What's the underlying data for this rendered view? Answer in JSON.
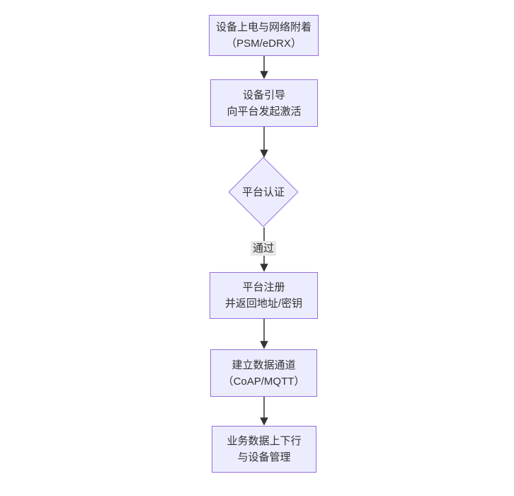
{
  "diagram": {
    "type": "flowchart-top-down",
    "colors": {
      "background": "#ffffff",
      "node_fill": "#ECECFF",
      "node_border": "#9370DB",
      "text": "#333333",
      "arrow": "#333333",
      "edge_label_bg": "#e8e8e8"
    },
    "nodes": [
      {
        "id": "power-attach",
        "shape": "rect",
        "lines": [
          "设备上电与网络附着",
          "（PSM/eDRX）"
        ]
      },
      {
        "id": "bootstrap",
        "shape": "rect",
        "lines": [
          "设备引导",
          "向平台发起激活"
        ]
      },
      {
        "id": "platform-auth",
        "shape": "diamond",
        "lines": [
          "平台认证"
        ]
      },
      {
        "id": "register",
        "shape": "rect",
        "lines": [
          "平台注册",
          "并返回地址/密钥"
        ]
      },
      {
        "id": "data-channel",
        "shape": "rect",
        "lines": [
          "建立数据通道",
          "（CoAP/MQTT）"
        ]
      },
      {
        "id": "business",
        "shape": "rect",
        "lines": [
          "业务数据上下行",
          "与设备管理"
        ]
      }
    ],
    "edges": [
      {
        "from": "power-attach",
        "to": "bootstrap",
        "label": ""
      },
      {
        "from": "bootstrap",
        "to": "platform-auth",
        "label": ""
      },
      {
        "from": "platform-auth",
        "to": "register",
        "label": "通过"
      },
      {
        "from": "register",
        "to": "data-channel",
        "label": ""
      },
      {
        "from": "data-channel",
        "to": "business",
        "label": ""
      }
    ]
  }
}
